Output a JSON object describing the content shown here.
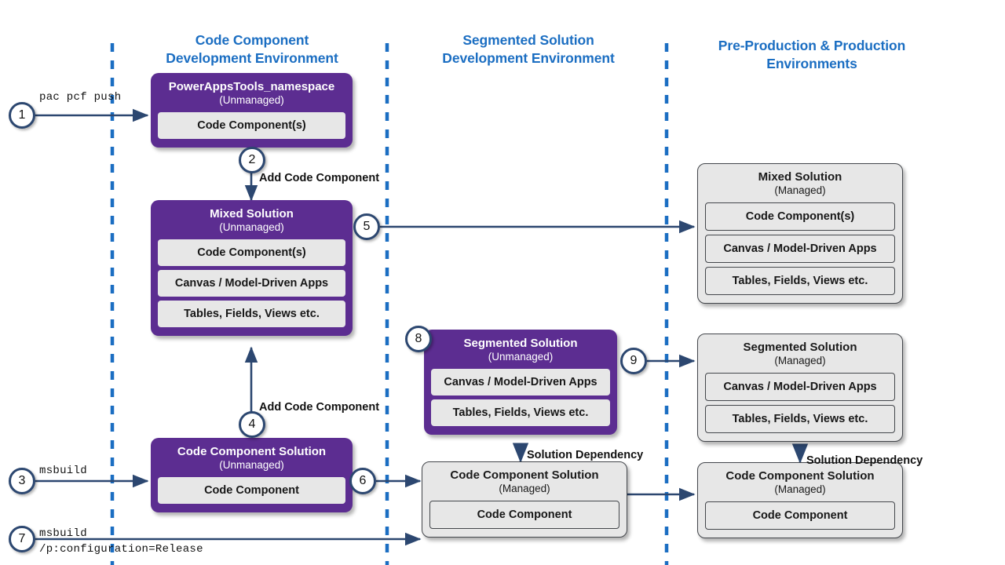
{
  "diagram": {
    "title": "Code component ALM flow",
    "colors": {
      "accent_blue": "#1B6EC2",
      "purple": "#5C2D91",
      "gray_box": "#E7E7E7",
      "gray_border": "#43464B",
      "arrow_navy": "#2C4770",
      "circle_border": "#2C4770"
    }
  },
  "columns": [
    {
      "id": "code-component-dev",
      "line1": "Code Component",
      "line2": "Development Environment"
    },
    {
      "id": "segmented-solution-dev",
      "line1": "Segmented Solution",
      "line2": "Development Environment"
    },
    {
      "id": "pre-prod-prod",
      "line1": "Pre-Production & Production",
      "line2": "Environments"
    }
  ],
  "boxes": {
    "powerappstools": {
      "title": "PowerAppsTools_namespace",
      "subtitle": "(Unmanaged)",
      "chips": [
        "Code Component(s)"
      ]
    },
    "mixed_unmanaged": {
      "title": "Mixed Solution",
      "subtitle": "(Unmanaged)",
      "chips": [
        "Code Component(s)",
        "Canvas / Model-Driven Apps",
        "Tables, Fields, Views etc."
      ]
    },
    "code_component_solution_unmanaged": {
      "title": "Code Component Solution",
      "subtitle": "(Unmanaged)",
      "chips": [
        "Code Component"
      ]
    },
    "segmented_unmanaged": {
      "title": "Segmented Solution",
      "subtitle": "(Unmanaged)",
      "chips": [
        "Canvas / Model-Driven Apps",
        "Tables, Fields, Views etc."
      ]
    },
    "code_component_solution_managed_mid": {
      "title": "Code Component Solution",
      "subtitle": "(Managed)",
      "chips": [
        "Code Component"
      ]
    },
    "mixed_managed": {
      "title": "Mixed Solution",
      "subtitle": "(Managed)",
      "chips": [
        "Code Component(s)",
        "Canvas / Model-Driven Apps",
        "Tables, Fields, Views etc."
      ]
    },
    "segmented_managed": {
      "title": "Segmented Solution",
      "subtitle": "(Managed)",
      "chips": [
        "Canvas / Model-Driven Apps",
        "Tables, Fields, Views etc."
      ]
    },
    "code_component_solution_managed_right": {
      "title": "Code Component Solution",
      "subtitle": "(Managed)",
      "chips": [
        "Code Component"
      ]
    }
  },
  "steps": [
    {
      "n": "1"
    },
    {
      "n": "2"
    },
    {
      "n": "3"
    },
    {
      "n": "4"
    },
    {
      "n": "5"
    },
    {
      "n": "6"
    },
    {
      "n": "7"
    },
    {
      "n": "8"
    },
    {
      "n": "9"
    }
  ],
  "labels": {
    "pac_pcf_push": "pac pcf push",
    "add_code_component_top": "Add Code Component",
    "add_code_component_bottom": "Add Code Component",
    "msbuild": "msbuild",
    "msbuild_release_l1": "msbuild",
    "msbuild_release_l2": "/p:configuration=Release",
    "solution_dependency_mid": "Solution Dependency",
    "solution_dependency_right": "Solution Dependency"
  }
}
